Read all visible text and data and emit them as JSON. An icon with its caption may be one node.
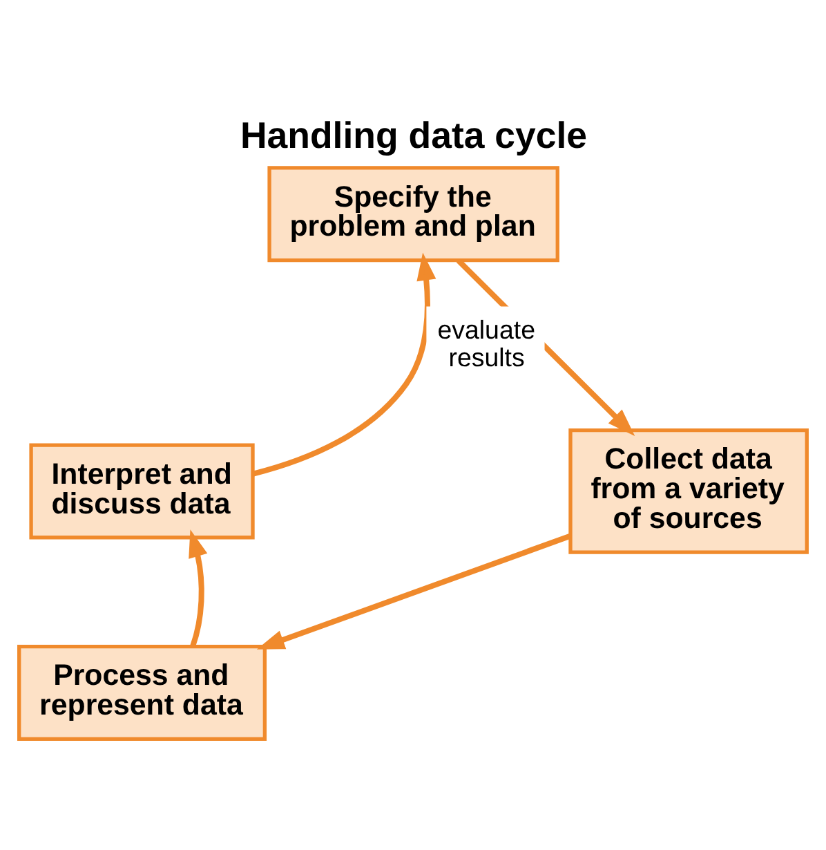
{
  "diagram": {
    "title": "Handling data cycle",
    "nodes": [
      {
        "text": [
          "Specify the problem and plan"
        ]
      },
      {
        "text": [
          "Collect data from a variety of sources"
        ]
      },
      {
        "text": [
          "Process and represent data"
        ]
      },
      {
        "text": [
          "Interpret and discuss data"
        ]
      }
    ],
    "edges": [
      {
        "from": 0,
        "to": 1,
        "arrow": "to"
      },
      {
        "from": 1,
        "to": 2,
        "arrow": "to"
      },
      {
        "from": 2,
        "to": 3,
        "arrow": "to"
      },
      {
        "from": 3,
        "to": 0,
        "arrow": "to",
        "label": "evaluate results"
      }
    ]
  }
}
